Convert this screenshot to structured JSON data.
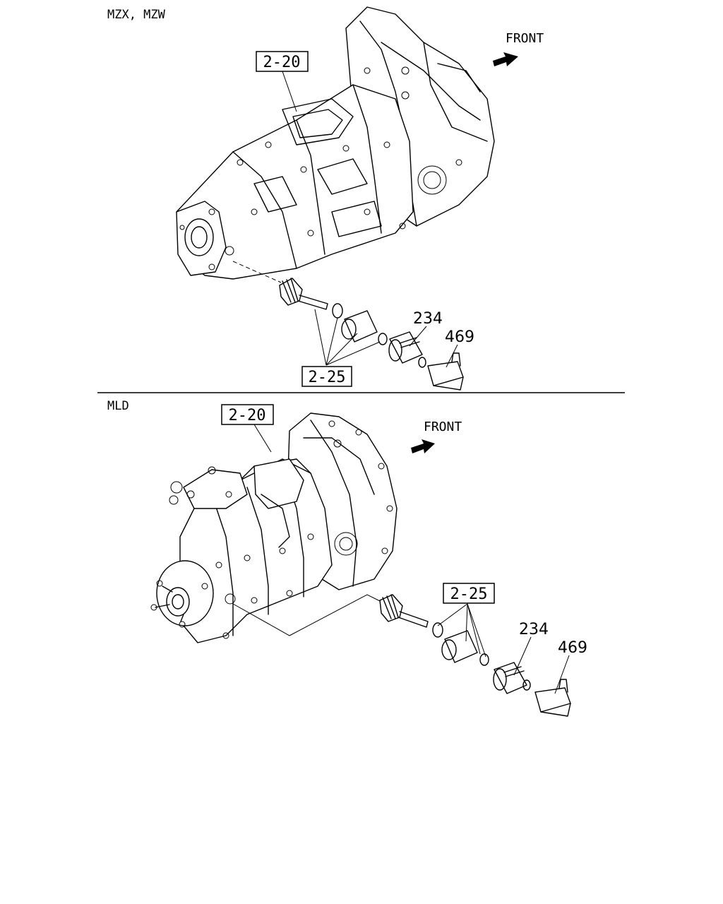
{
  "sections": [
    {
      "model_label": "MZX, MZW",
      "front_label": "FRONT",
      "ref_transmission": "2-20",
      "ref_drive_gear": "2-25",
      "part_sensor": "234",
      "part_bracket": "469"
    },
    {
      "model_label": "MLD",
      "front_label": "FRONT",
      "ref_transmission": "2-20",
      "ref_drive_gear": "2-25",
      "part_sensor": "234",
      "part_bracket": "469"
    }
  ],
  "colors": {
    "line": "#000000",
    "background": "#ffffff"
  }
}
